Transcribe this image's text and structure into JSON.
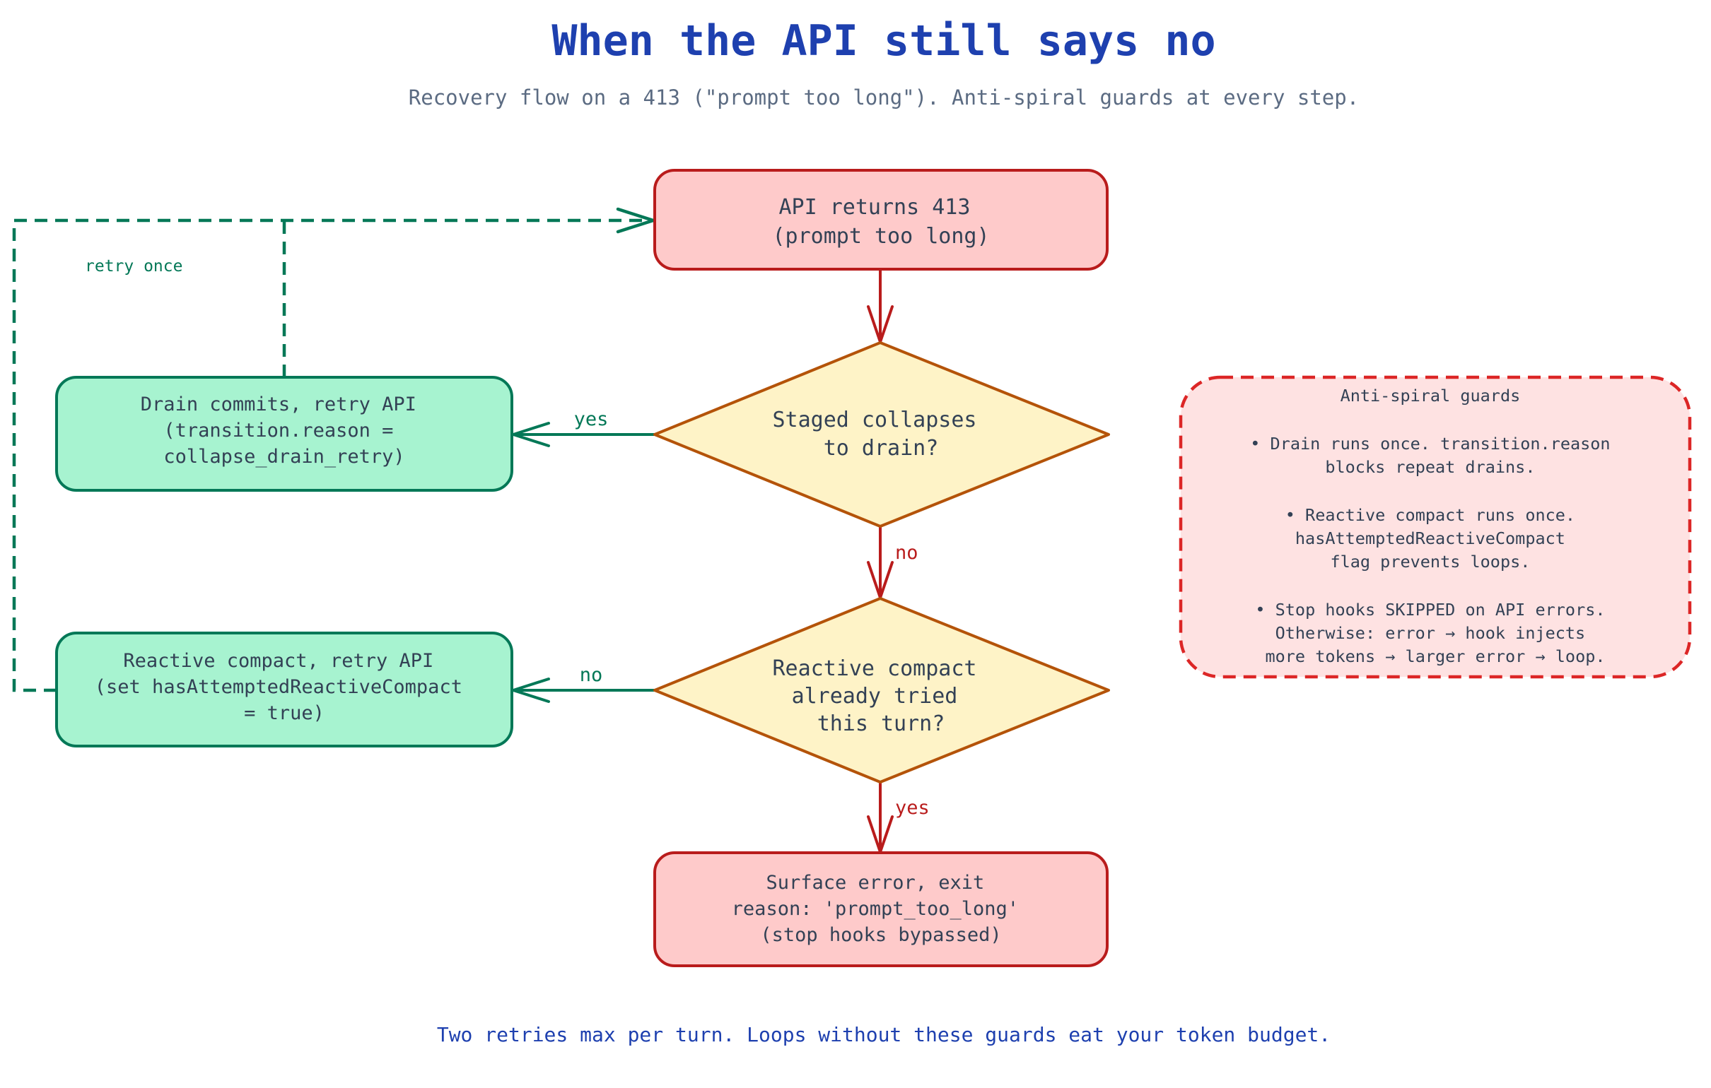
{
  "title": "When the API still says no",
  "subtitle": "Recovery flow on a 413 (\"prompt too long\"). Anti-spiral guards at every step.",
  "footer": "Two retries max per turn. Loops without these guards eat your token budget.",
  "colors": {
    "title": "#1e40af",
    "subtitle": "#5b6b82",
    "text": "#334155",
    "error_fill": "#fecaca",
    "error_stroke": "#b91c1c",
    "decision_fill": "#fef3c7",
    "decision_stroke": "#b45309",
    "action_fill": "#a7f3d0",
    "action_stroke": "#047857",
    "guard_fill": "#fee2e2",
    "guard_stroke": "#dc2626",
    "red_label": "#b91c1c",
    "green_label": "#047857",
    "footer": "#1e40af"
  },
  "nodes": {
    "api_413": [
      "API returns 413",
      "(prompt too long)"
    ],
    "staged_decision": [
      "Staged collapses",
      "to drain?"
    ],
    "drain_retry": [
      "Drain commits, retry API",
      "(transition.reason =",
      "collapse_drain_retry)"
    ],
    "reactive_decision": [
      "Reactive compact",
      "already tried",
      "this turn?"
    ],
    "reactive_retry": [
      "Reactive compact, retry API",
      "(set hasAttemptedReactiveCompact",
      "= true)"
    ],
    "surface_error": [
      "Surface error, exit",
      "reason: 'prompt_too_long'",
      "(stop hooks bypassed)"
    ]
  },
  "edges": {
    "staged_yes": "yes",
    "staged_no": "no",
    "reactive_no": "no",
    "reactive_yes": "yes",
    "retry_once": "retry once"
  },
  "guards": {
    "title": "Anti-spiral guards",
    "lines": [
      "• Drain runs once. transition.reason",
      "blocks repeat drains.",
      "",
      "• Reactive compact runs once.",
      "hasAttemptedReactiveCompact",
      "flag prevents loops.",
      "",
      "• Stop hooks SKIPPED on API errors.",
      "Otherwise: error → hook injects",
      "more tokens → larger error → loop."
    ]
  }
}
